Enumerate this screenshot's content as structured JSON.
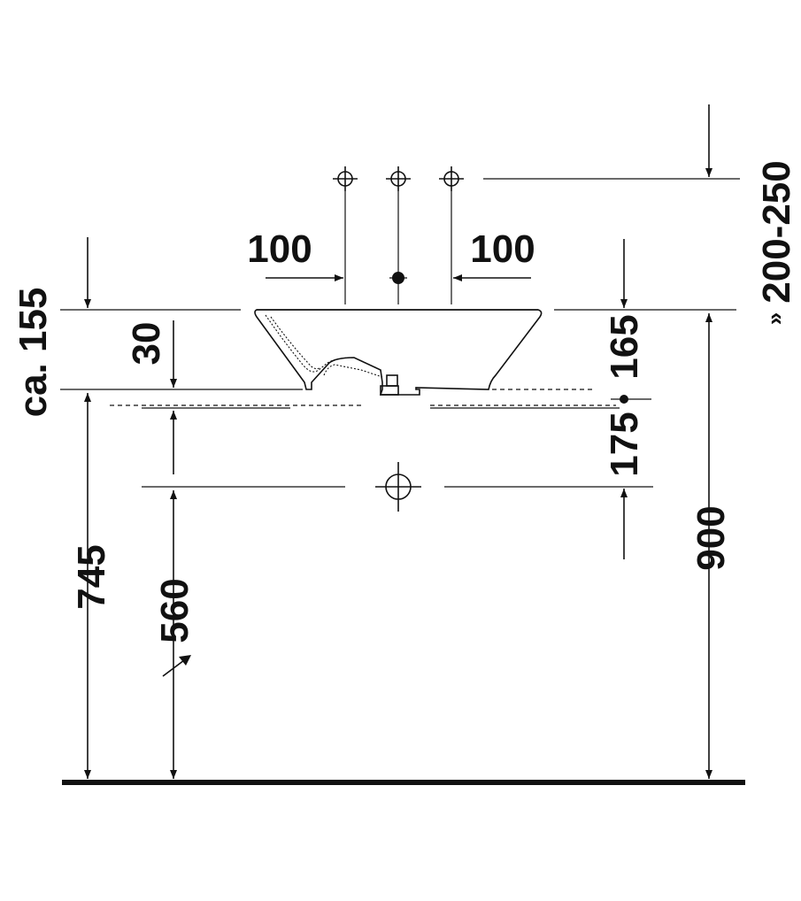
{
  "dimensions": {
    "tap_spacing_left": "100",
    "tap_spacing_right": "100",
    "tap_height": "200-250",
    "tap_height_symbol": "»",
    "basin_height": "ca. 155",
    "rim_offset": "30",
    "rim_height": "900",
    "deck_height": "745",
    "waste_height": "560",
    "top_offset": "165",
    "lower_offset": "175"
  },
  "colors": {
    "line": "#111111",
    "background": "#ffffff"
  },
  "icons": {
    "tap_hole": "crosshair-circle-icon",
    "waste_outlet": "crosshair-circle-icon",
    "direction_arrow": "arrow-up-right-icon"
  }
}
